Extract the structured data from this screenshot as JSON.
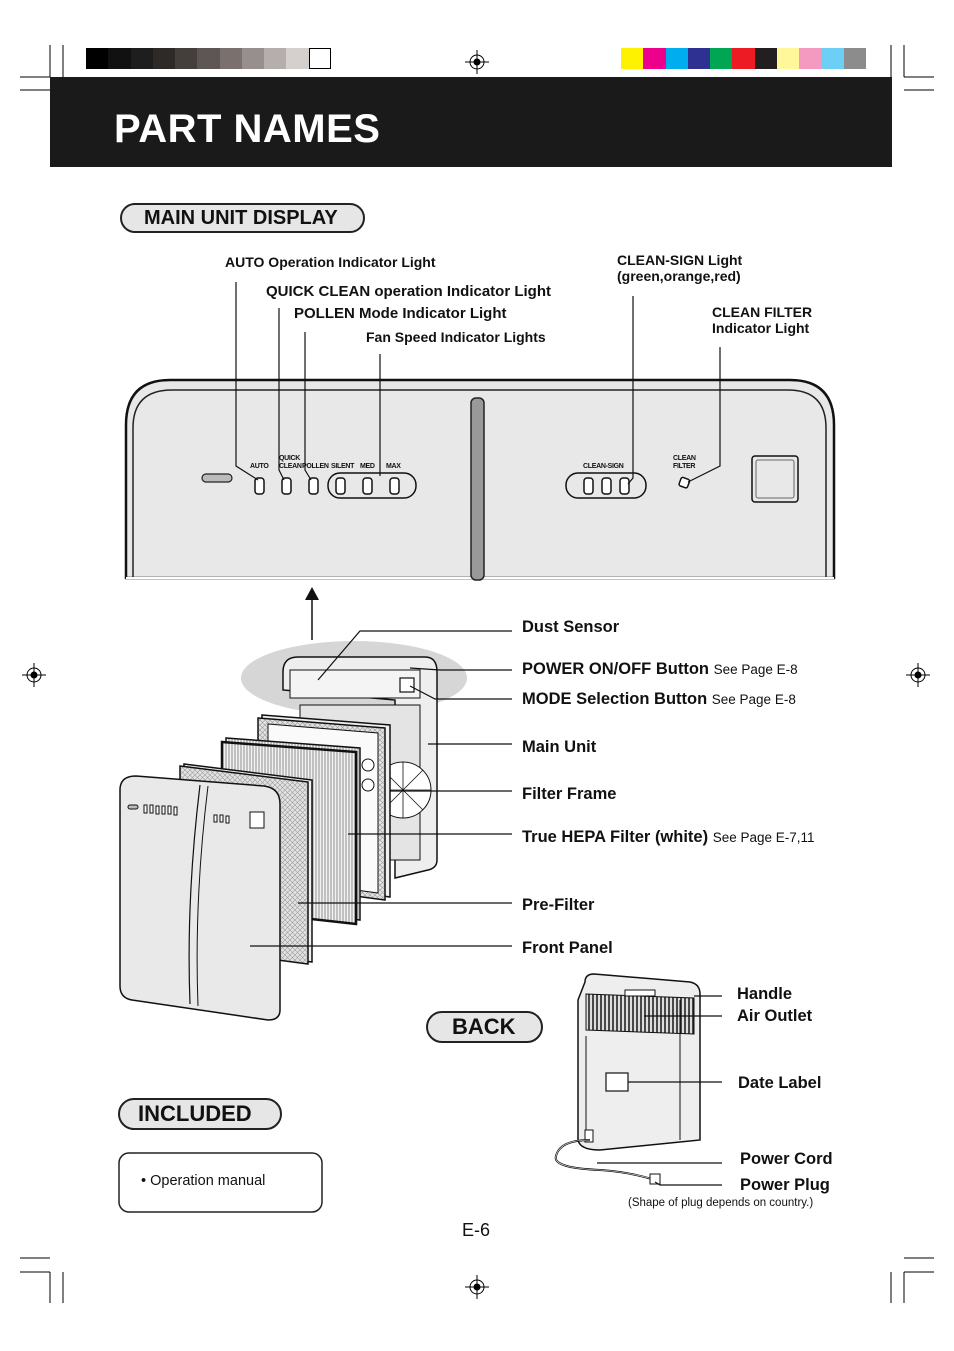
{
  "page": {
    "title": "PART NAMES",
    "page_number": "E-6"
  },
  "colors": {
    "title_bar": "#1a1a1a",
    "pill_fill": "#e6e6e6",
    "grey_swatches": [
      "#000000",
      "#111111",
      "#1e1e1e",
      "#2e2a28",
      "#453f3c",
      "#5e5654",
      "#7a716f",
      "#978f8d",
      "#b5aeac",
      "#d5d0ce",
      "#ffffff"
    ],
    "color_swatches": [
      "#fff200",
      "#ec008c",
      "#00aeef",
      "#2e3192",
      "#00a651",
      "#ed1c24",
      "#231f20",
      "#fff799",
      "#f49ac1",
      "#6dcff6",
      "#8c8c8c"
    ]
  },
  "main_unit_display": {
    "heading": "MAIN UNIT DISPLAY",
    "callouts": {
      "auto": "AUTO Operation Indicator Light",
      "quick_clean": "QUICK CLEAN operation Indicator Light",
      "pollen": "POLLEN Mode Indicator Light",
      "fan_speed": "Fan Speed Indicator Lights",
      "clean_sign_1": "CLEAN-SIGN Light",
      "clean_sign_2": "(green,orange,red)",
      "clean_filter_1": "CLEAN FILTER",
      "clean_filter_2": "Indicator Light"
    },
    "panel_text": {
      "auto": "AUTO",
      "quick_1": "QUICK",
      "quick_2": "CLEAN",
      "pollen": "POLLEN",
      "silent": "SILENT",
      "med": "MED",
      "max": "MAX",
      "clean_sign": "CLEAN-SIGN",
      "clean_1": "CLEAN",
      "clean_2": "FILTER"
    }
  },
  "parts": {
    "dust_sensor": "Dust Sensor",
    "power_button": "POWER ON/OFF Button",
    "power_button_ref": "See Page E-8",
    "mode_button": "MODE Selection Button",
    "mode_button_ref": "See Page E-8",
    "main_unit": "Main Unit",
    "filter_frame": "Filter Frame",
    "hepa_filter": "True HEPA Filter (white)",
    "hepa_filter_ref": "See Page E-7,11",
    "pre_filter": "Pre-Filter",
    "front_panel": "Front Panel"
  },
  "back": {
    "heading": "BACK",
    "handle": "Handle",
    "air_outlet": "Air Outlet",
    "date_label": "Date Label",
    "power_cord": "Power Cord",
    "power_plug": "Power Plug",
    "plug_note": "(Shape of plug depends on country.)"
  },
  "included": {
    "heading": "INCLUDED",
    "item": "• Operation manual"
  }
}
